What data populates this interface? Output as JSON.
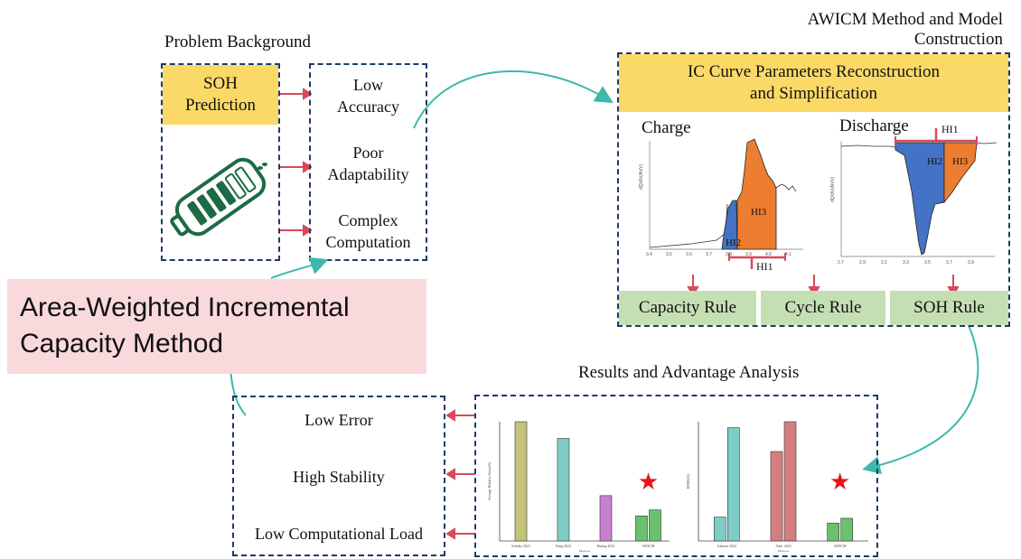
{
  "problem": {
    "title": "Problem Background",
    "soh_label": "SOH Prediction",
    "issues": [
      "Low Accuracy",
      "Poor Adaptability",
      "Complex Computation"
    ]
  },
  "method": {
    "title": "AWICM Method and Model Construction",
    "reconstruct_label": "IC Curve Parameters Reconstruction and Simplification",
    "charge_label": "Charge",
    "discharge_label": "Discharge",
    "hi1": "HI1",
    "hi2": "HI2",
    "hi3": "HI3",
    "rules": [
      "Capacity Rule",
      "Cycle Rule",
      "SOH Rule"
    ]
  },
  "main_title": "Area-Weighted Incremental Capacity Method",
  "results": {
    "title": "Results and Advantage Analysis",
    "advantages": [
      "Low Error",
      "High Stability",
      "Low Computational Load"
    ],
    "left_chart": {
      "ylabel": "Average Relative Error(%)",
      "xlabel": "Method",
      "categories": [
        "Schultz 2021",
        "Fang 2023",
        "Huang 2022",
        "AWICM"
      ]
    },
    "right_chart": {
      "ylabel": "RMSE(%)",
      "xlabel": "Method",
      "categories": [
        "Galarza 2022",
        "Amir 2022",
        "AWICM"
      ]
    }
  },
  "colors": {
    "dashed_border": "#1f3b63",
    "yellow": "#fbd966",
    "green": "#c5dfb4",
    "pink": "#f9d9dc",
    "arrow_red": "#d9495b",
    "arrow_teal": "#3cb9aa",
    "hi_blue": "#4472c4",
    "hi_orange": "#ed7d31",
    "battery_green": "#1d6b45",
    "star_red": "#e8141b"
  },
  "chart_data": [
    {
      "type": "bar",
      "categories": [
        "Schultz 2021",
        "Fang 2023",
        "Huang 2022",
        "AWICM"
      ],
      "series": [
        {
          "values": [
            1.0,
            0.86,
            0.38,
            0.21
          ]
        },
        {
          "values": [
            null,
            null,
            null,
            0.26
          ]
        }
      ],
      "ylabel": "Average Relative Error(%)",
      "xlabel": "Method",
      "colors": [
        "#c3c47a",
        "#7ecdc6",
        "#c77fcf",
        "#6cc16c"
      ]
    },
    {
      "type": "bar",
      "categories": [
        "Galarza 2022",
        "Amir 2022",
        "AWICM"
      ],
      "series": [
        {
          "values": [
            0.2,
            0.75,
            0.15
          ]
        },
        {
          "values": [
            0.95,
            1.0,
            0.19
          ]
        }
      ],
      "ylabel": "RMSE(%)",
      "xlabel": "Method",
      "colors": [
        "#7ecdc6",
        "#d47f7f",
        "#6cc16c"
      ]
    }
  ]
}
